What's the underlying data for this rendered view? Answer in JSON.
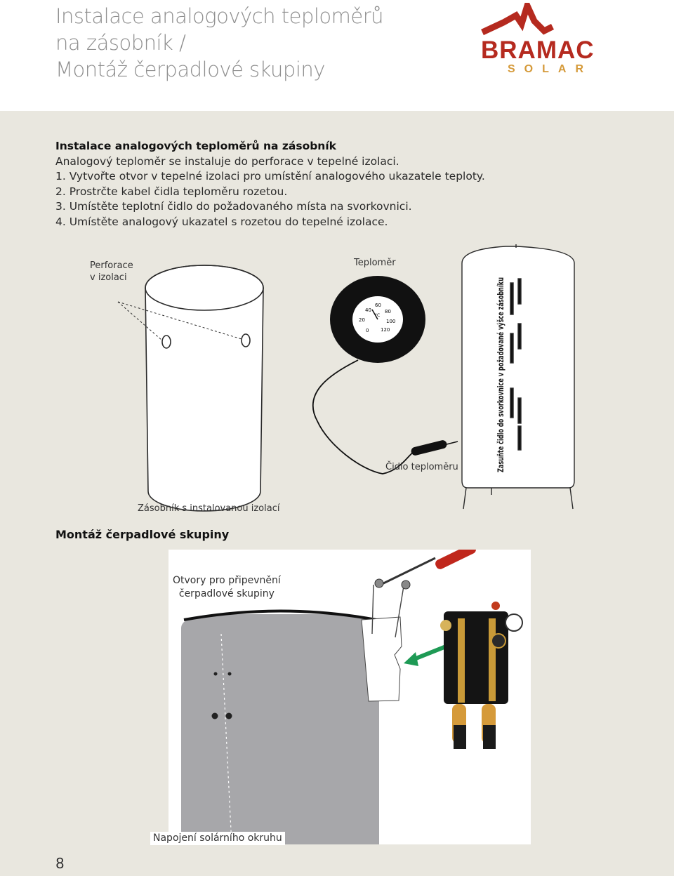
{
  "header": {
    "title_lines": [
      "Instalace analogových teploměrů",
      "na zásobník /",
      "Montáž čerpadlové skupiny"
    ],
    "logo": {
      "brand": "BRAMAC",
      "sub": "SOLAR"
    }
  },
  "section1": {
    "heading": "Instalace analogových teploměrů na zásobník",
    "intro": "Analogový teploměr se instaluje do perforace v tepelné izolaci.",
    "steps": [
      "1. Vytvořte otvor v tepelné izolaci pro umístění analogového ukazatele teploty.",
      "2. Prostrčte kabel čidla teploměru rozetou.",
      "3. Umístěte teplotní čidlo do požadovaného místa na svorkovnici.",
      "4. Umístěte analogový ukazatel s rozetou do tepelné izolace."
    ]
  },
  "figure1": {
    "perforation_label": [
      "Perforace",
      "v izolaci"
    ],
    "tank_caption": "Zásobník s instalovanou izolací",
    "thermometer_label": "Teploměr",
    "sensor_label": "Čidlo teploměru",
    "vertical_label": "Zasuňte čidlo do svorkovnice v požadované výšce zásobníku",
    "dial_numbers": [
      "20",
      "40",
      "60",
      "80",
      "100",
      "120",
      "0",
      "°C"
    ]
  },
  "section2": {
    "heading": "Montáž čerpadlové skupiny",
    "holes_label": [
      "Otvory pro připevnění",
      "čerpadlové skupiny"
    ],
    "solar_label": "Napojení solárního okruhu"
  },
  "page_number": "8",
  "colors": {
    "brand_red": "#b52a1f",
    "brand_gold": "#d59a3a",
    "arrow_green": "#1e9a55",
    "tank_grey": "#a7a7aa"
  }
}
